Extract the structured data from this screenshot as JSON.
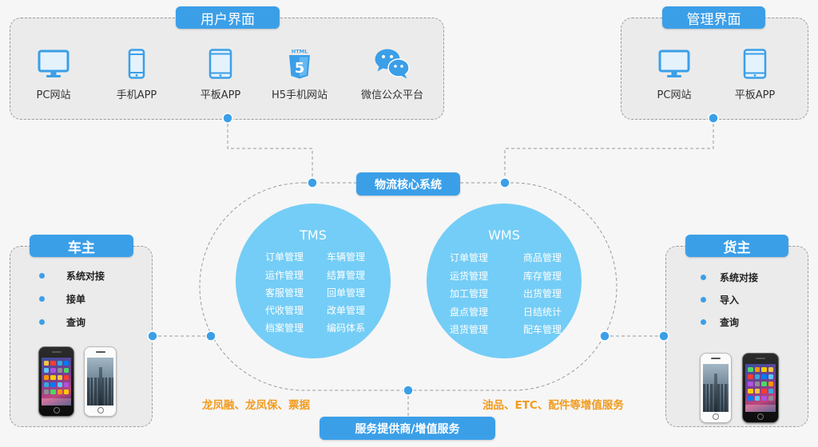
{
  "colors": {
    "accent": "#3b9fe8",
    "circle": "#74cdf6",
    "note": "#f29b1d",
    "panel": "#ebebeb"
  },
  "user_interface": {
    "title": "用户界面",
    "items": [
      {
        "icon": "monitor-icon",
        "label": "PC网站"
      },
      {
        "icon": "phone-icon",
        "label": "手机APP"
      },
      {
        "icon": "tablet-icon",
        "label": "平板APP"
      },
      {
        "icon": "html5-icon",
        "label": "H5手机网站",
        "logo_text": "HTML",
        "logo_digit": "5"
      },
      {
        "icon": "wechat-icon",
        "label": "微信公众平台"
      }
    ]
  },
  "admin_interface": {
    "title": "管理界面",
    "items": [
      {
        "icon": "monitor-icon",
        "label": "PC网站"
      },
      {
        "icon": "tablet-icon",
        "label": "平板APP"
      }
    ]
  },
  "core": {
    "title": "物流核心系统",
    "tms": {
      "title": "TMS",
      "rows": [
        [
          "订单管理",
          "车辆管理"
        ],
        [
          "运作管理",
          "结算管理"
        ],
        [
          "客服管理",
          "回单管理"
        ],
        [
          "代收管理",
          "改单管理"
        ],
        [
          "档案管理",
          "编码体系"
        ]
      ]
    },
    "wms": {
      "title": "WMS",
      "rows": [
        [
          "订单管理",
          "商品管理"
        ],
        [
          "运货管理",
          "库存管理"
        ],
        [
          "加工管理",
          "出货管理"
        ],
        [
          "盘点管理",
          "日结统计"
        ],
        [
          "退货管理",
          "配车管理"
        ]
      ]
    }
  },
  "carrier": {
    "title": "车主",
    "items": [
      "系统对接",
      "接单",
      "查询"
    ]
  },
  "shipper": {
    "title": "货主",
    "items": [
      "系统对接",
      "导入",
      "查询"
    ]
  },
  "services": {
    "title": "服务提供商/增值服务",
    "left_note": "龙凤融、龙凤保、票据",
    "right_note": "油品、ETC、配件等增值服务"
  }
}
